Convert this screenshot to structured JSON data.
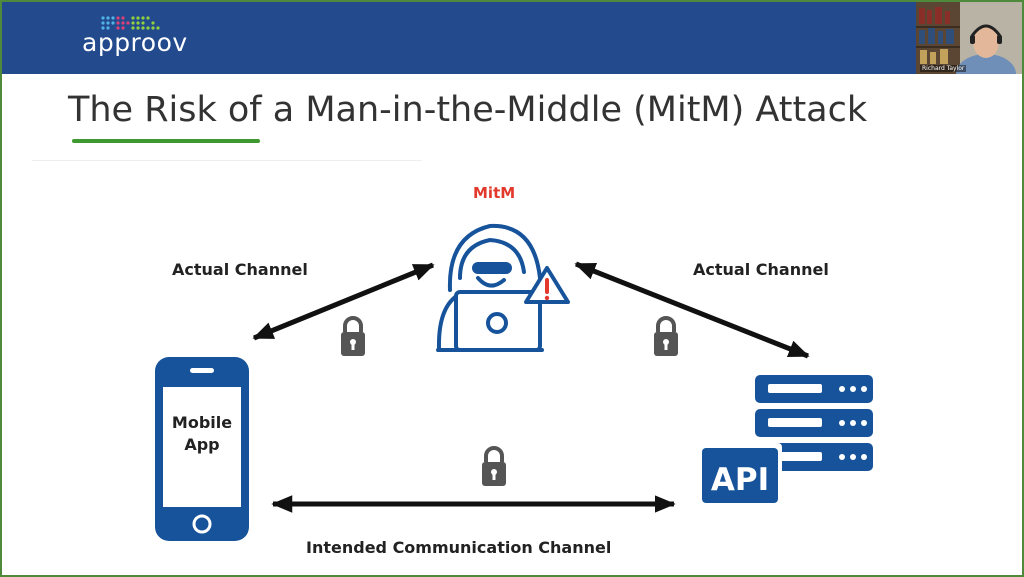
{
  "header": {
    "logo_text": "approov",
    "webcam_name": "Richard Taylor",
    "colors": {
      "bar": "#224a8c",
      "accent": "#3e9a2e"
    }
  },
  "slide": {
    "title": "The Risk of a Man-in-the-Middle (MitM) Attack"
  },
  "diagram": {
    "mitm_label": "MitM",
    "left_channel_label": "Actual Channel",
    "right_channel_label": "Actual Channel",
    "bottom_channel_label": "Intended Communication Channel",
    "mobile_label_line1": "Mobile",
    "mobile_label_line2": "App",
    "api_label": "API",
    "icons": [
      "hacker-icon",
      "warning-icon",
      "lock-icon",
      "smartphone-icon",
      "server-icon"
    ],
    "colors": {
      "icon_blue": "#17539a",
      "mitm_red": "#e2392c",
      "lock_gray": "#555555"
    }
  }
}
